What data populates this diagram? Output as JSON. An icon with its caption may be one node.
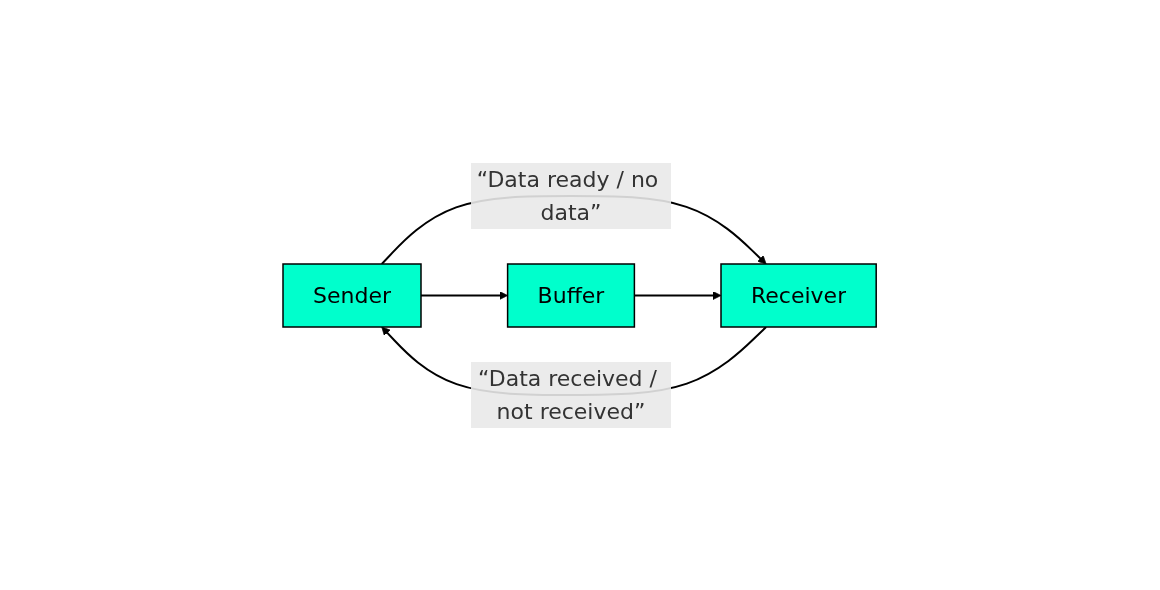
{
  "diagram": {
    "nodes": [
      {
        "text": [
          "Sender"
        ]
      },
      {
        "text": [
          "Buffer"
        ]
      },
      {
        "text": [
          "Receiver"
        ]
      }
    ],
    "edges": [
      {
        "from": 0,
        "to": 2,
        "arrow": "to",
        "label": "“Data ready / no data”"
      },
      {
        "from": 0,
        "to": 1,
        "arrow": "to"
      },
      {
        "from": 1,
        "to": 2,
        "arrow": "to"
      },
      {
        "from": 2,
        "to": 0,
        "arrow": "to",
        "label": "“Data received / not received”"
      }
    ]
  }
}
